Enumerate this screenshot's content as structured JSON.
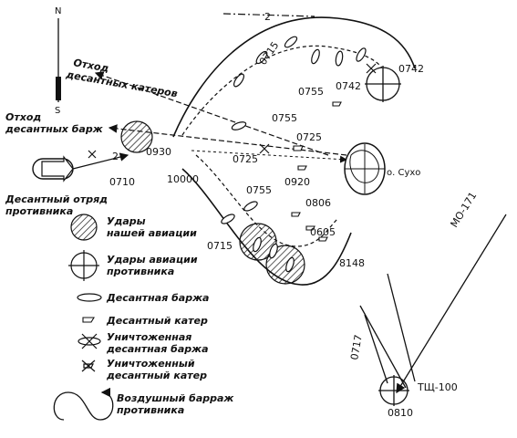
{
  "compass": {
    "north": "N",
    "south": "S"
  },
  "map_labels": {
    "withdrawal_boats": [
      "Отход",
      "десантных катеров"
    ],
    "withdrawal_barges": [
      "Отход",
      "десантных барж"
    ],
    "island": "о. Сухо",
    "ship_mo": "МО-171",
    "ship_tsch": "ТЩ-100"
  },
  "times": {
    "t0715_top": "0715",
    "t0755_a": "0755",
    "t0755_b": "0755",
    "t0742_a": "0742",
    "t0742_b": "0742",
    "t0725_a": "0725",
    "t0725_b": "0725",
    "t0930": "0930",
    "t0710": "0710",
    "t10000": "10000",
    "t0920": "0920",
    "t0806": "0806",
    "t0755_c": "0755",
    "t0605": "0605",
    "t0715_bottom": "0715",
    "t8148": "8148",
    "t0717": "0717",
    "t0810": "0810",
    "marker2_top": "2",
    "marker2_left": "2"
  },
  "legend": {
    "enemy_landing": [
      "Десантный отряд",
      "противника"
    ],
    "our_air_strikes": [
      "Удары",
      "нашей авиации"
    ],
    "enemy_air_strikes": [
      "Удары авиации",
      "противника"
    ],
    "landing_barge": "Десантная баржа",
    "landing_boat": "Десантный катер",
    "destroyed_barge": [
      "Уничтоженная",
      "десантная баржа"
    ],
    "destroyed_boat": [
      "Уничтоженный",
      "десантный катер"
    ],
    "air_barrage": [
      "Воздушный барраж",
      "противника"
    ]
  }
}
